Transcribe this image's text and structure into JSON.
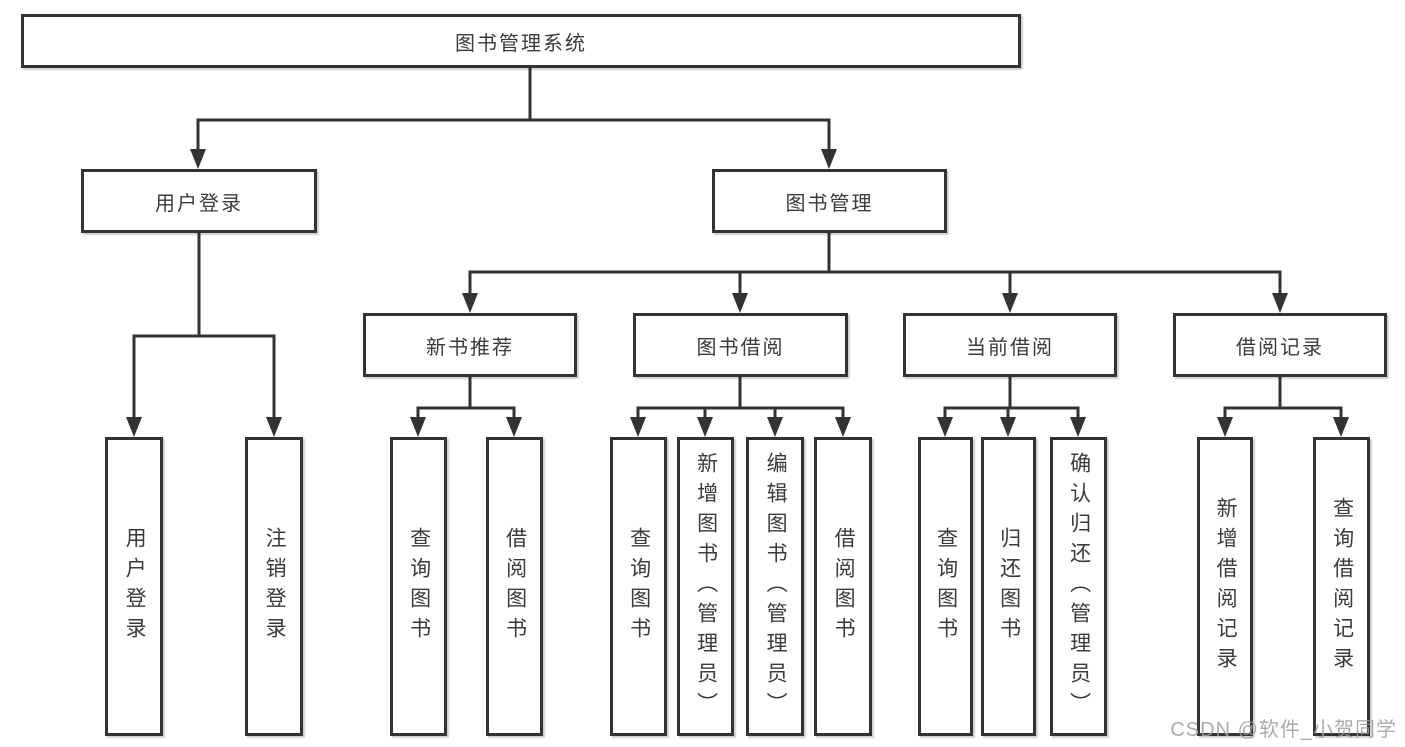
{
  "colors": {
    "line": "#333333",
    "box_border": "#333333",
    "text": "#3b3b3b",
    "background": "#ffffff",
    "watermark": "#9e9e9e"
  },
  "diagram": {
    "root": {
      "label": "图书管理系统"
    },
    "level1": [
      {
        "label": "用户登录"
      },
      {
        "label": "图书管理"
      }
    ],
    "level2": [
      {
        "label": "新书推荐"
      },
      {
        "label": "图书借阅"
      },
      {
        "label": "当前借阅"
      },
      {
        "label": "借阅记录"
      }
    ],
    "leaves": [
      {
        "label": "用户登录"
      },
      {
        "label": "注销登录"
      },
      {
        "label": "查询图书"
      },
      {
        "label": "借阅图书"
      },
      {
        "label": "查询图书"
      },
      {
        "label": "新增图书（管理员）"
      },
      {
        "label": "编辑图书（管理员）"
      },
      {
        "label": "借阅图书"
      },
      {
        "label": "查询图书"
      },
      {
        "label": "归还图书"
      },
      {
        "label": "确认归还（管理员）"
      },
      {
        "label": "新增借阅记录"
      },
      {
        "label": "查询借阅记录"
      }
    ],
    "edges": [
      {
        "from": "图书管理系统",
        "to": [
          "用户登录",
          "图书管理"
        ]
      },
      {
        "from": "用户登录",
        "to": [
          "用户登录",
          "注销登录"
        ]
      },
      {
        "from": "图书管理",
        "to": [
          "新书推荐",
          "图书借阅",
          "当前借阅",
          "借阅记录"
        ]
      },
      {
        "from": "新书推荐",
        "to": [
          "查询图书",
          "借阅图书"
        ]
      },
      {
        "from": "图书借阅",
        "to": [
          "查询图书",
          "新增图书（管理员）",
          "编辑图书（管理员）",
          "借阅图书"
        ]
      },
      {
        "from": "当前借阅",
        "to": [
          "查询图书",
          "归还图书",
          "确认归还（管理员）"
        ]
      },
      {
        "from": "借阅记录",
        "to": [
          "新增借阅记录",
          "查询借阅记录"
        ]
      }
    ]
  },
  "watermark": {
    "text": "CSDN @软件_小贺同学"
  }
}
